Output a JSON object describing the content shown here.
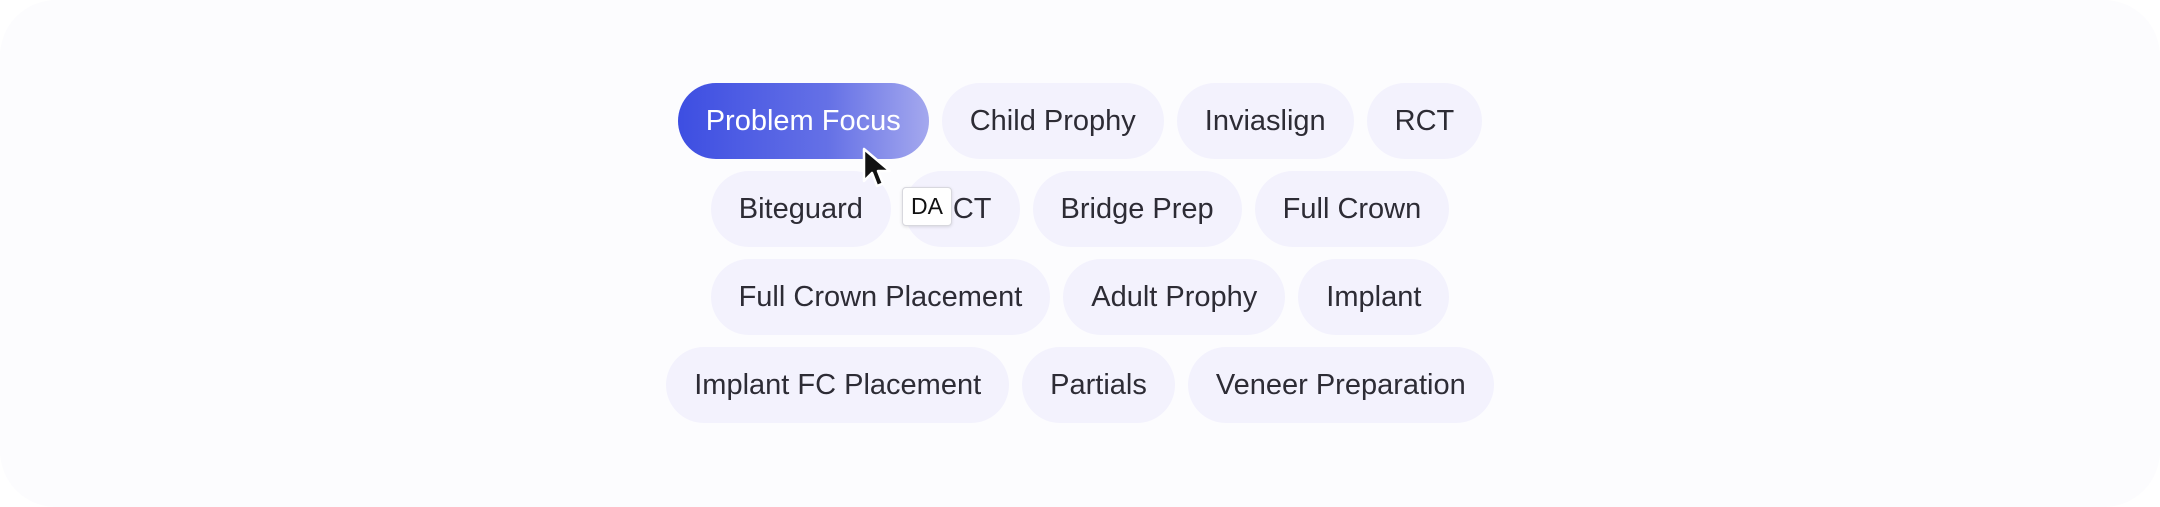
{
  "chips": {
    "row1": [
      "Problem Focus",
      "Child Prophy",
      "Inviaslign",
      "RCT"
    ],
    "row2": [
      "Biteguard",
      "RCT",
      "Bridge Prep",
      "Full Crown"
    ],
    "row3": [
      "Full Crown Placement",
      "Adult Prophy",
      "Implant"
    ],
    "row4": [
      "Implant FC Placement",
      "Partials",
      "Veneer Preparation"
    ]
  },
  "selected_chip": "Problem Focus",
  "tooltip_text": "DA",
  "colors": {
    "chip_background": "#f3f2fd",
    "chip_text": "#2d2c35",
    "active_gradient_start": "#3d4ee2",
    "active_gradient_end": "#a4a8ee",
    "active_text": "#ffffff"
  },
  "icons": {
    "cursor": "mouse-pointer-icon"
  }
}
